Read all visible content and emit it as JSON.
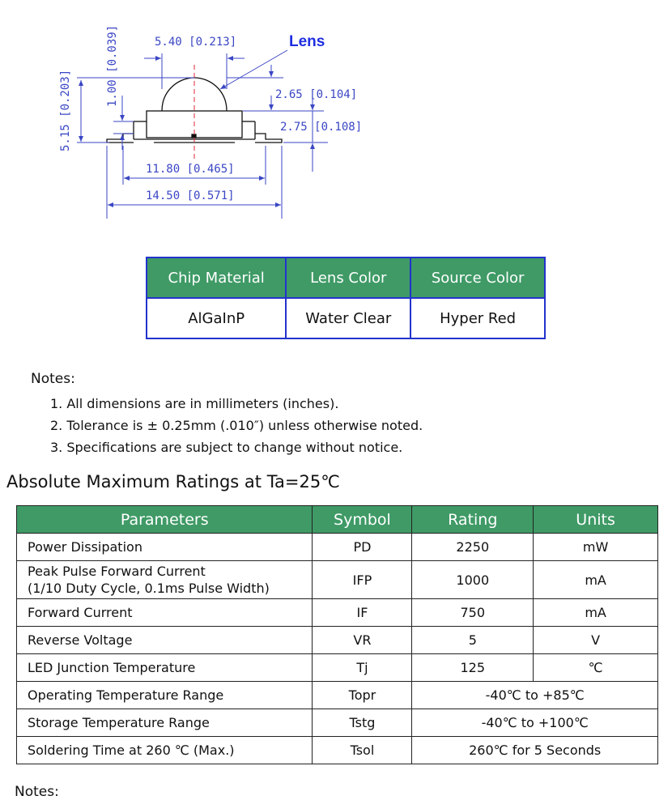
{
  "drawing": {
    "lens_label": "Lens",
    "dim_top_width": "5.40 [0.213]",
    "dim_vertical_total": "5.15 [0.203]",
    "dim_vertical_small": "1.00 [0.039]",
    "dim_lens_height": "2.65 [0.104]",
    "dim_body_height": "2.75 [0.108]",
    "dim_inner_width": "11.80 [0.465]",
    "dim_outer_width": "14.50 [0.571]"
  },
  "chip_table": {
    "headers": [
      "Chip Material",
      "Lens Color",
      "Source Color"
    ],
    "row": [
      "AlGaInP",
      "Water Clear",
      "Hyper Red"
    ]
  },
  "notes": {
    "title": "Notes:",
    "items": [
      "1. All dimensions are in millimeters (inches).",
      "2. Tolerance is ± 0.25mm (.010″) unless otherwise noted.",
      "3. Specifications are subject to change without notice."
    ]
  },
  "ratings": {
    "title": "Absolute Maximum Ratings at Ta=25℃",
    "headers": [
      "Parameters",
      "Symbol",
      "Rating",
      "Units"
    ],
    "rows": [
      {
        "param": "Power Dissipation",
        "symbol": "PD",
        "rating": "2250",
        "units": "mW"
      },
      {
        "param": "Peak Pulse Forward Current",
        "param2": "(1/10 Duty Cycle, 0.1ms Pulse Width)",
        "symbol": "IFP",
        "rating": "1000",
        "units": "mA"
      },
      {
        "param": "Forward Current",
        "symbol": "IF",
        "rating": "750",
        "units": "mA"
      },
      {
        "param": "Reverse Voltage",
        "symbol": "VR",
        "rating": "5",
        "units": "V"
      },
      {
        "param": "LED Junction Temperature",
        "symbol": "Tj",
        "rating": "125",
        "units": "℃"
      },
      {
        "param": "Operating Temperature Range",
        "symbol": "Topr",
        "rating": "-40℃ to +85℃"
      },
      {
        "param": "Storage Temperature Range",
        "symbol": "Tstg",
        "rating": "-40℃ to +100℃"
      },
      {
        "param": "Soldering Time at 260 ℃ (Max.)",
        "symbol": "Tsol",
        "rating": "260℃ for 5 Seconds"
      }
    ]
  },
  "bottom_notes": {
    "title": "Notes:"
  }
}
